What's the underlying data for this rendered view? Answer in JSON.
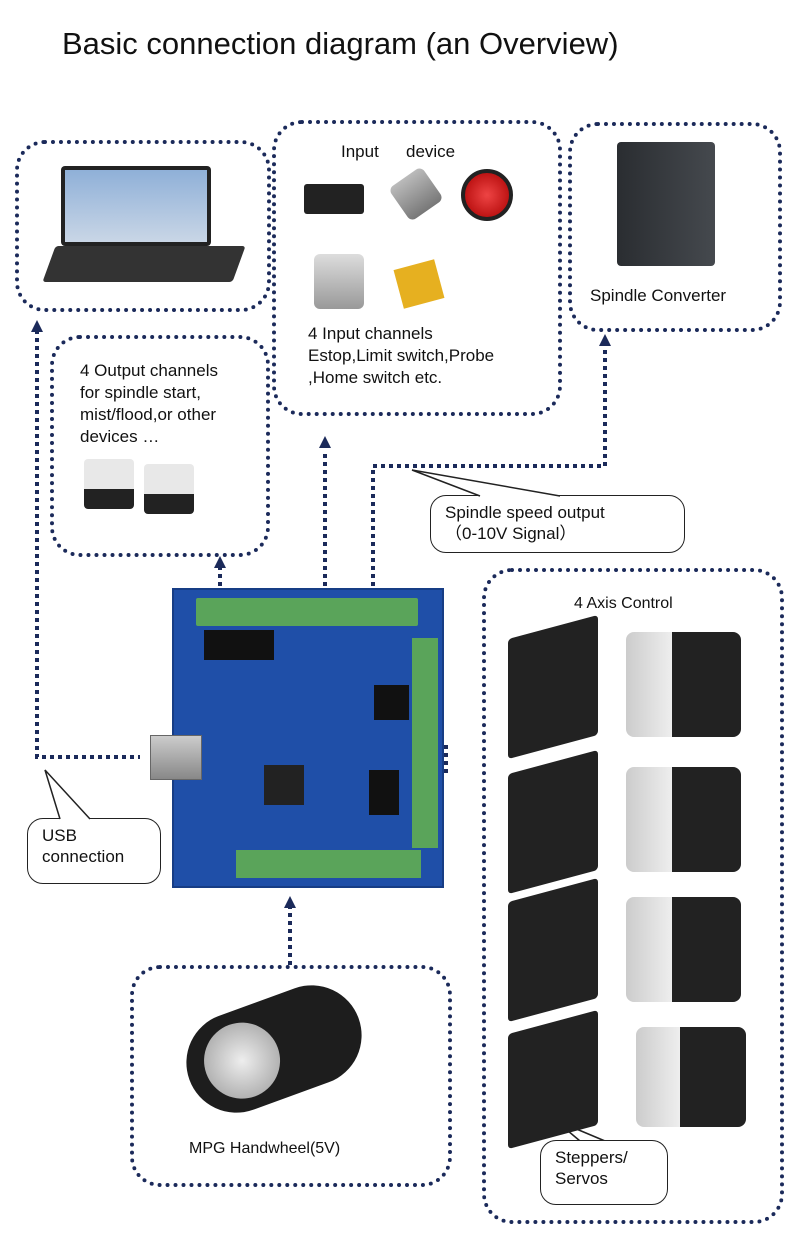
{
  "title": "Basic connection diagram (an Overview)",
  "input_box": {
    "label_a": "Input",
    "label_b": "device",
    "lines": [
      "4 Input channels",
      "Estop,Limit switch,Probe",
      ",Home switch etc."
    ]
  },
  "spindle_box": {
    "label": "Spindle Converter"
  },
  "output_box": {
    "lines": [
      "4 Output channels",
      "for spindle start,",
      "mist/flood,or other",
      "devices …"
    ]
  },
  "spindle_callout": {
    "lines": [
      "Spindle speed output",
      "（0-10V Signal）"
    ]
  },
  "axis_box": {
    "label": "4 Axis Control"
  },
  "usb_callout": {
    "lines": [
      "USB",
      "connection"
    ]
  },
  "mpg_box": {
    "label": "MPG Handwheel(5V)"
  },
  "steppers_callout": {
    "lines": [
      "Steppers/",
      "Servos"
    ]
  },
  "colors": {
    "dotted_line": "#1b2a5a",
    "board": "#1f4fa8",
    "terminal": "#5aa45a"
  }
}
